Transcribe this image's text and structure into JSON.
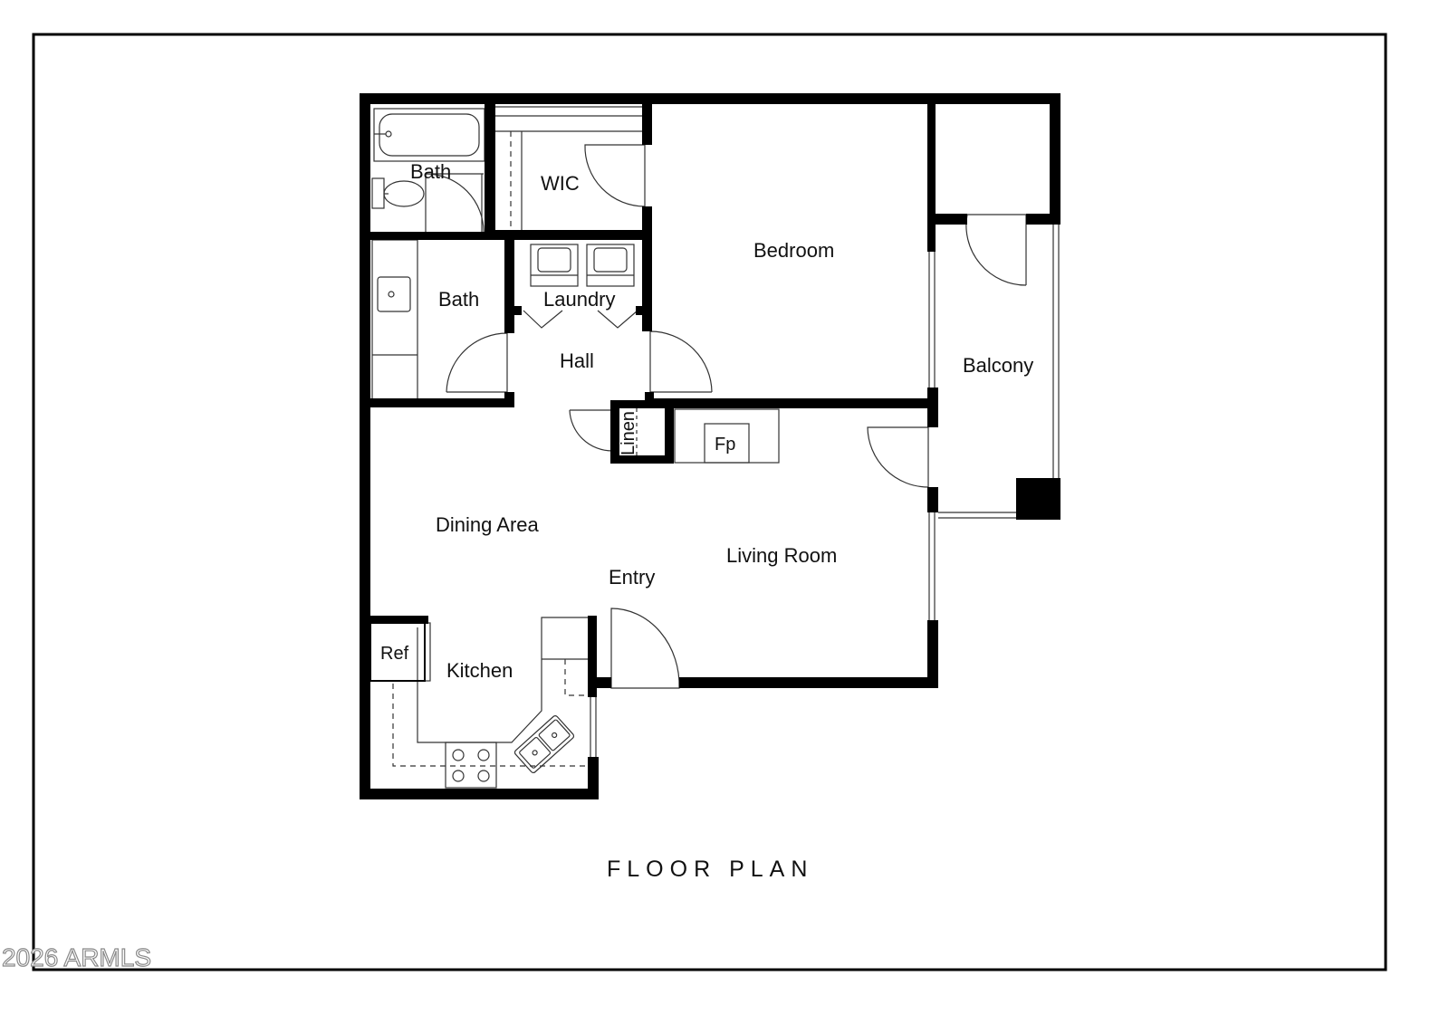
{
  "title": "FLOOR PLAN",
  "watermark": "2026 ARMLS",
  "rooms": {
    "bath_upper": "Bath",
    "bath_lower": "Bath",
    "wic": "WIC",
    "bedroom": "Bedroom",
    "laundry": "Laundry",
    "hall": "Hall",
    "linen": "Linen",
    "fireplace": "Fp",
    "balcony": "Balcony",
    "dining": "Dining Area",
    "living": "Living Room",
    "entry": "Entry",
    "kitchen": "Kitchen",
    "ref": "Ref"
  },
  "colors": {
    "wall": "#000000",
    "line": "#333333",
    "background": "#ffffff"
  }
}
